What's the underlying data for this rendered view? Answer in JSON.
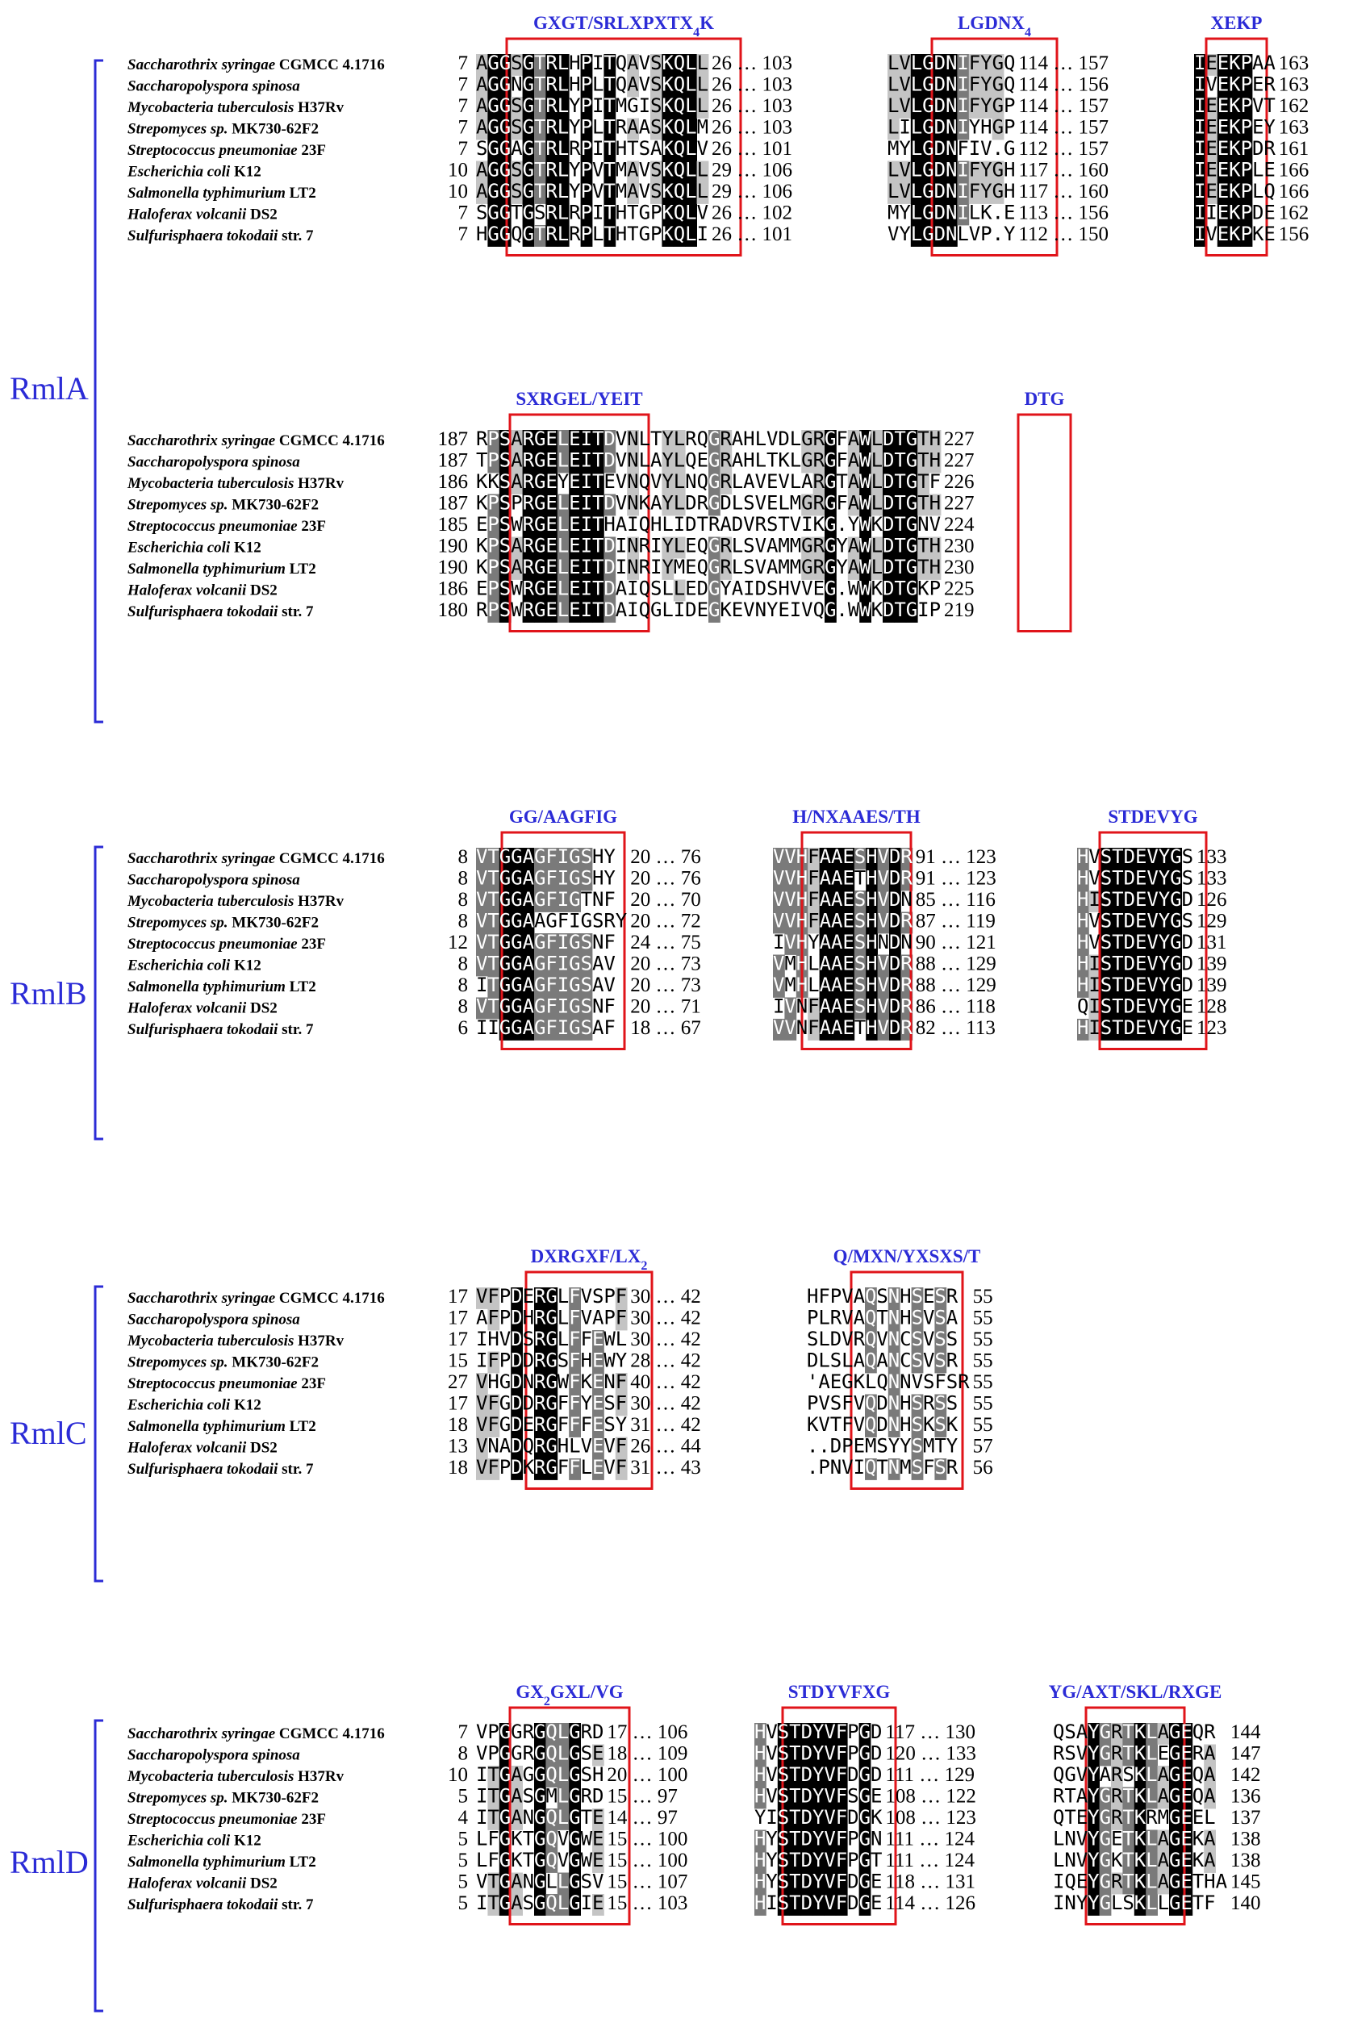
{
  "colors": {
    "identical": "#000000",
    "high": "#7a7a7a",
    "low": "#c4c4c4",
    "label_blue": "#2b2bd6",
    "motif_box_red": "#e0141a"
  },
  "organisms": [
    {
      "genus": "Saccharothrix syringae",
      "strain": "CGMCC 4.1716"
    },
    {
      "genus": "Saccharopolyspora spinosa",
      "strain": ""
    },
    {
      "genus": "Mycobacteria tuberculosis",
      "strain": "H37Rv"
    },
    {
      "genus": "Strepomyces sp.",
      "strain": "MK730-62F2"
    },
    {
      "genus": "Streptococcus pneumoniae",
      "strain": "23F"
    },
    {
      "genus": "Escherichia coli",
      "strain": "K12"
    },
    {
      "genus": "Salmonella typhimurium",
      "strain": "LT2"
    },
    {
      "genus": "Haloferax volcanii",
      "strain": "DS2"
    },
    {
      "genus": "Sulfurisphaera tokodaii",
      "strain": "str. 7"
    }
  ],
  "panels": [
    {
      "label": "RmlA",
      "blocks": [
        {
          "motifs": [
            "GXGT/SRLXPXTX4K",
            "LGDNX4",
            "XEKP"
          ],
          "rows": [
            [
              "7",
              "AGGSGTRLHPITQAVSKQLL",
              "26 … 103",
              "LVLGDNIFYGQ",
              "114 … 157",
              "IEEKPAA",
              "163"
            ],
            [
              "7",
              "AGGNGTRLHPLTQAVSKQLL",
              "26 … 103",
              "LVLGDNIFYGQ",
              "114 … 156",
              "IVEKPER",
              "163"
            ],
            [
              "7",
              "AGGSGTRLYPITMGISKQLL",
              "26 … 103",
              "LVLGDNIFYGP",
              "114 … 157",
              "IEEKPVT",
              "162"
            ],
            [
              "7",
              "AGGSGTRLYPLTRAASKQLM",
              "26 … 103",
              "LILGDNIYHGP",
              "114 … 157",
              "IEEKPEY",
              "163"
            ],
            [
              "7",
              "SGGAGTRLRPITHTSAKQLV",
              "26 … 101",
              "MYLGDNFIV.G",
              "112 … 157",
              "IEEKPDR",
              "161"
            ],
            [
              "10",
              "AGGSGTRLYPVTMAVSKQLL",
              "29 … 106",
              "LVLGDNIFYGH",
              "117 … 160",
              "IEEKPLE",
              "166"
            ],
            [
              "10",
              "AGGSGTRLYPVTMAVSKQLL",
              "29 … 106",
              "LVLGDNIFYGH",
              "117 … 160",
              "IEEKPLQ",
              "166"
            ],
            [
              "7",
              "SGGTGSRLRPITHTGPKQLV",
              "26 … 102",
              "MYLGDNILK.E",
              "113 … 156",
              "IIEKPDE",
              "162"
            ],
            [
              "7",
              "HGGQGTRLRPLTHTGPKQLI",
              "26 … 101",
              "VYLGDNLVP.Y",
              "112 … 150",
              "IVEKPKE",
              "156"
            ]
          ]
        },
        {
          "motifs": [
            "SXRGEL/YEIT",
            "DTG"
          ],
          "rows": [
            [
              "187",
              "RPSARGELEITDVNLTYLRQGRAHLVDLGRGFAWLDTGTH",
              "227"
            ],
            [
              "187",
              "TPSARGELEITDVNLAYLQEGRAHLTKLGRGFAWLDTGTH",
              "227"
            ],
            [
              "186",
              "KKSARGEYEITEVNQVYLNQGRLAVEVLARGTAWLDTGTF",
              "226"
            ],
            [
              "187",
              "KPSPRGELEITDVNKAYLDRGDLSVELMGRGFAWLDTGTH",
              "227"
            ],
            [
              "185",
              "EPSWRGELEITHAIQHLIDTRADVRSTVIKG.YWKDTGNV",
              "224"
            ],
            [
              "190",
              "KPSARGELEITDINRIYLEQGRLSVAMMGRGYAWLDTGTH",
              "230"
            ],
            [
              "190",
              "KPSARGELEITDINRIYMEQGRLSVAMMGRGYAWLDTGTH",
              "230"
            ],
            [
              "186",
              "EPSWRGELEITDAIQSLLEDGYAIDSHVVEG.WWKDTGKP",
              "225"
            ],
            [
              "180",
              "RPSWRGELEITDAIQGLIDEGKEVNYEIVQG.WWKDTGIP",
              "219"
            ]
          ]
        }
      ]
    },
    {
      "label": "RmlB",
      "blocks": [
        {
          "motifs": [
            "GG/AAGFIG",
            "H/NXAAES/TH",
            "STDEVYG"
          ],
          "rows": [
            [
              "8",
              "VTGGAGFIGSHY",
              "20 … 76",
              "VVHFAAESHVDR",
              "91 … 123",
              "HVSTDEVYGS",
              "133"
            ],
            [
              "8",
              "VTGGAGFIGSHY",
              "20 … 76",
              "VVHFAAETHVDR",
              "91 … 123",
              "HVSTDEVYGS",
              "133"
            ],
            [
              "8",
              "VTGGAGFIGTNF",
              "20 … 70",
              "VVHFAAESHVDN",
              "85 … 116",
              "HISTDEVYGD",
              "126"
            ],
            [
              "8",
              "VTGGAAGFIGSRY",
              "20 … 72",
              "VVHFAAESHVDR",
              "87 … 119",
              "HVSTDEVYGS",
              "129"
            ],
            [
              "12",
              "VTGGAGFIGSNF",
              "24 … 75",
              "IVHYAAESHNDN",
              "90 … 121",
              "HVSTDEVYGD",
              "131"
            ],
            [
              "8",
              "VTGGAGFIGSAV",
              "20 … 73",
              "VMHLAAESHVDR",
              "88 … 129",
              "HISTDEVYGD",
              "139"
            ],
            [
              "8",
              "ITGGAGFIGSAV",
              "20 … 73",
              "VMHLAAESHVDR",
              "88 … 129",
              "HISTDEVYGD",
              "139"
            ],
            [
              "8",
              "VTGGAGFIGSNF",
              "20 … 71",
              "IVNFAAESHVDR",
              "86 … 118",
              "QISTDEVYGE",
              "128"
            ],
            [
              "6",
              "IIGGAGFIGSAF",
              "18 … 67",
              "VVNFAAETHVDR",
              "82 … 113",
              "HISTDEVYGE",
              "123"
            ]
          ]
        }
      ]
    },
    {
      "label": "RmlC",
      "blocks": [
        {
          "motifs": [
            "DXRGXF/LX2",
            "Q/MXN/YXSXS/T"
          ],
          "rows": [
            [
              "17",
              "VFPDERGLFVSPF",
              "30 … 42",
              "HFPVAQSNHSESR",
              "55"
            ],
            [
              "17",
              "AFPDHRGLFVAPF",
              "30 … 42",
              "PLRVAQTNHSVSA",
              "55"
            ],
            [
              "17",
              "IHVDSRGLFFEWL",
              "30 … 42",
              "SLDVRQVNCSVSS",
              "55"
            ],
            [
              "15",
              "IFPDDRGSFHEWY",
              "28 … 42",
              "DLSLAQANCSVSR",
              "55"
            ],
            [
              "27",
              "VHGDNRGWFKENF",
              "40 … 42",
              "'AEGKLQNNVSFSR",
              "55"
            ],
            [
              "17",
              "VFGDDRGFFYESF",
              "30 … 42",
              "PVSFVQDNHSRSS",
              "55"
            ],
            [
              "18",
              "VFGDERGFFFESY",
              "31 … 42",
              "KVTFVQDNHSKSK",
              "55"
            ],
            [
              "13",
              "VNADQRGHLVEVF",
              "26 … 44",
              "..DPEMSYYSMTY",
              "57"
            ],
            [
              "18",
              "VFPDKRGFFLEVF",
              "31 … 43",
              ".PNVIQTNMSFSR",
              "56"
            ]
          ]
        }
      ]
    },
    {
      "label": "RmlD",
      "blocks": [
        {
          "motifs": [
            "GX2GXL/VG",
            "STDYVFXG",
            "YG/AXT/SKL/RXGE"
          ],
          "rows": [
            [
              "7",
              "VPGGRGQLGRD",
              "17 … 106",
              "HVSTDYVFPGD",
              "117 … 130",
              "QSAYGRTKLAGEQR",
              "144"
            ],
            [
              "8",
              "VPGGRGQLGSE",
              "18 … 109",
              "HVSTDYVFPGD",
              "120 … 133",
              "RSVYGRTKLEGERA",
              "147"
            ],
            [
              "10",
              "ITGAGGQLGSH",
              "20 … 100",
              "HVSTDYVFDGD",
              "111 … 129",
              "QGVYARSKLAGEQA",
              "142"
            ],
            [
              "5",
              "ITGASGMLGRD",
              "15 … 97",
              "HVSTDYVFSGE",
              "108 … 122",
              "RTAYGRTKLAGEQA",
              "136"
            ],
            [
              "4",
              "ITGANGQLGTE",
              "14 … 97",
              "YISTDYVFDGK",
              "108 … 123",
              "QTEYGRTKRMGEEL",
              "137"
            ],
            [
              "5",
              "LFGKTGQVGWE",
              "15 … 100",
              "HYSTDYVFPGN",
              "111 … 124",
              "LNVYGETKLAGEKA",
              "138"
            ],
            [
              "5",
              "LFGKTGQVGWE",
              "15 … 100",
              "HYSTDYVFPGT",
              "111 … 124",
              "LNVYGKTKLAGEKA",
              "138"
            ],
            [
              "5",
              "VTGANGLLGSV",
              "15 … 107",
              "HYSTDYVFDGE",
              "118 … 131",
              "IQEYGRTKLAGETHA",
              "145"
            ],
            [
              "5",
              "ITGASGQLGIE",
              "15 … 103",
              "HISTDYVFDGE",
              "114 … 126",
              "INYYGLSKLLGETF",
              "140"
            ]
          ]
        }
      ]
    }
  ]
}
